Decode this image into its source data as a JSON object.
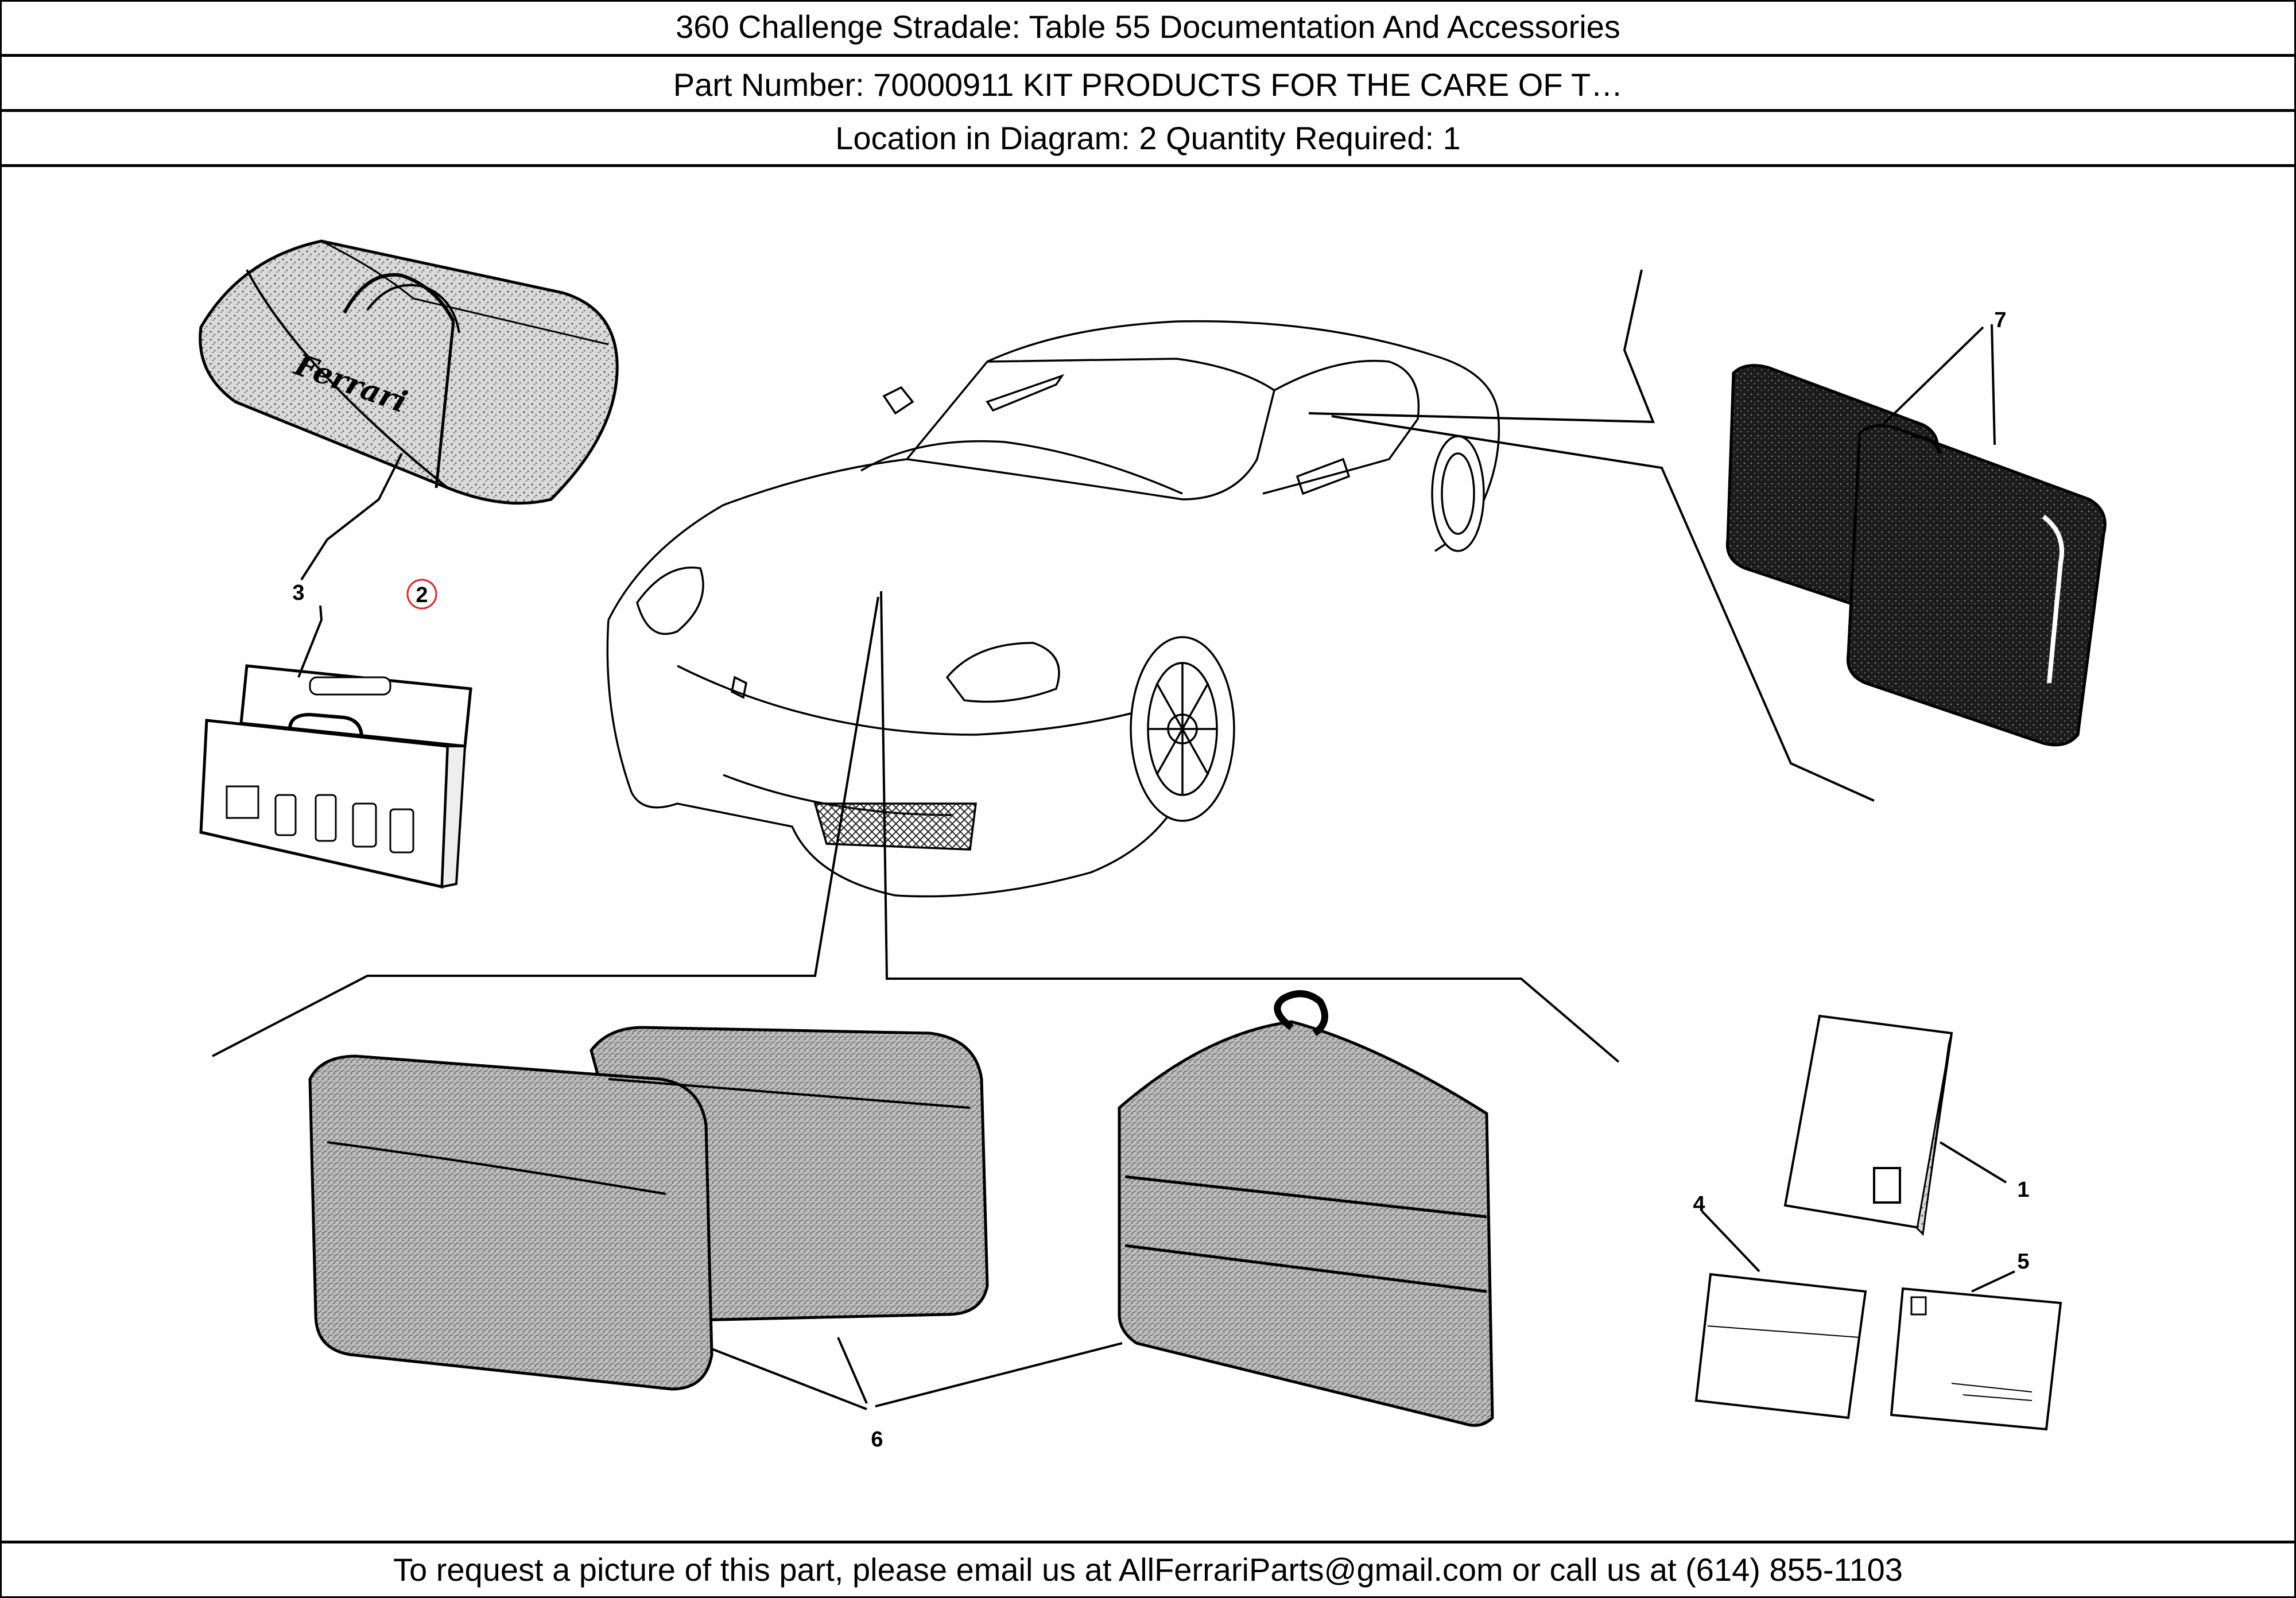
{
  "header": {
    "title": "360 Challenge Stradale:   Table 55 Documentation And Accessories",
    "part_line": "Part Number: 70000911   KIT PRODUCTS FOR THE CARE OF T…",
    "location_line": "Location in Diagram: 2   Quantity Required: 1"
  },
  "diagram": {
    "callouts": {
      "c1": "1",
      "c2": "2",
      "c3": "3",
      "c4": "4",
      "c5": "5",
      "c6": "6",
      "c7": "7"
    },
    "highlighted_callout": "2",
    "highlight_color": "#e02020",
    "bag_logo": "Ferrari"
  },
  "footer": {
    "text": "To request a picture of this part, please email us at AllFerrariParts@gmail.com or call us at (614) 855-1103"
  }
}
